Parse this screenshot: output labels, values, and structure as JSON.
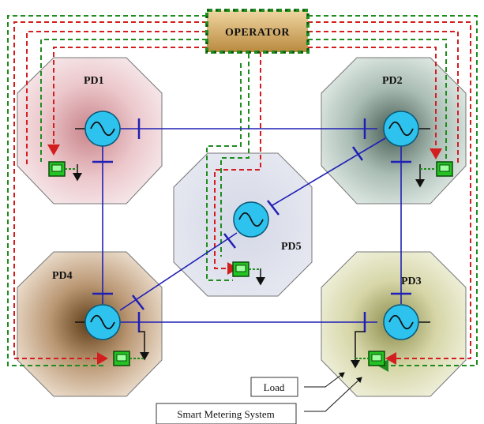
{
  "operator": {
    "label": "OPERATOR"
  },
  "nodes": {
    "pd1": {
      "label": "PD1"
    },
    "pd2": {
      "label": "PD2"
    },
    "pd3": {
      "label": "PD3"
    },
    "pd4": {
      "label": "PD4"
    },
    "pd5": {
      "label": "PD5"
    }
  },
  "legend": {
    "load": "Load",
    "smart_metering": "Smart Metering System"
  },
  "colors": {
    "generator_fill": "#2ec3ee",
    "transmission_line": "#1f1fb5",
    "meter_green": "#22c322",
    "signal_red": "#d21e1e",
    "signal_green": "#1e8c1e",
    "operator_fill": "#c99a4a"
  }
}
